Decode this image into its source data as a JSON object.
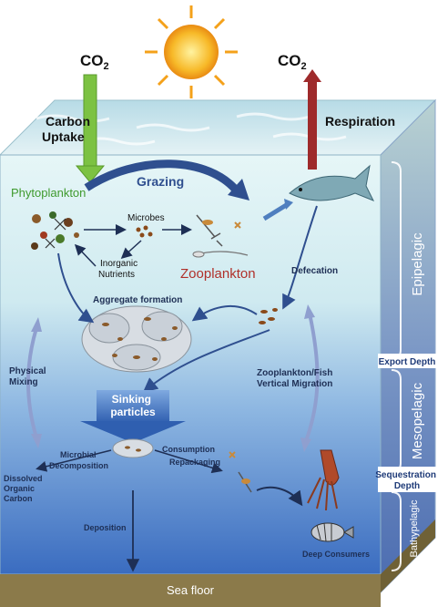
{
  "top": {
    "co2_in": "CO",
    "co2_out": "CO",
    "sub2": "2",
    "carbon_uptake_1": "Carbon",
    "carbon_uptake_2": "Uptake",
    "respiration": "Respiration"
  },
  "labels": {
    "phytoplankton": "Phytoplankton",
    "grazing": "Grazing",
    "microbes": "Microbes",
    "inorganic_1": "Inorganic",
    "inorganic_2": "Nutrients",
    "zooplankton": "Zooplankton",
    "defecation": "Defecation",
    "aggregate": "Aggregate formation",
    "physical_1": "Physical",
    "physical_2": "Mixing",
    "sinking_1": "Sinking",
    "sinking_2": "particles",
    "migration_1": "Zooplankton/Fish",
    "migration_2": "Vertical Migration",
    "microbial_1": "Microbial",
    "microbial_2": "Decomposition",
    "doc_1": "Dissolved",
    "doc_2": "Organic",
    "doc_3": "Carbon",
    "consumption": "Consumption",
    "repackaging": "Repackaging",
    "deposition": "Deposition",
    "deep_consumers": "Deep Consumers",
    "sea_floor": "Sea floor"
  },
  "zones": {
    "epipelagic": "Epipelagic",
    "export_depth": "Export Depth",
    "mesopelagic": "Mesopelagic",
    "sequestration_1": "Sequestration",
    "sequestration_2": "Depth",
    "bathypelagic": "Bathypelagic"
  },
  "colors": {
    "uptake_arrow": "#7cc242",
    "respiration_arrow": "#9e2a2b",
    "phytoplankton_text": "#3f9a2e",
    "zooplankton_text": "#b0302a",
    "arrow_blue": "#2f4f8f",
    "sea_top": "#dff3f6",
    "sea_bottom": "#3f73c4",
    "sea_floor": "#8b7a4a"
  }
}
